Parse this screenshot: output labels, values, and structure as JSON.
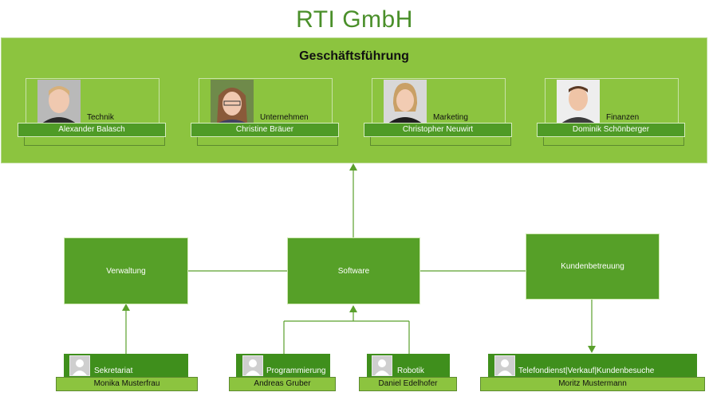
{
  "title": "RTI GmbH",
  "management": {
    "title": "Geschäftsführung",
    "members": [
      {
        "role": "Technik",
        "name": "Alexander Balasch"
      },
      {
        "role": "Unternehmen",
        "name": "Christine Bräuer"
      },
      {
        "role": "Marketing",
        "name": "Christopher Neuwirt"
      },
      {
        "role": "Finanzen",
        "name": "Dominik Schönberger"
      }
    ]
  },
  "departments": {
    "verwaltung": "Verwaltung",
    "software": "Software",
    "kundenbetreuung": "Kundenbetreuung"
  },
  "staff": [
    {
      "role": "Sekretariat",
      "name": "Monika Musterfrau"
    },
    {
      "role": "Programmierung",
      "name": "Andreas Gruber"
    },
    {
      "role": "Robotik",
      "name": "Daniel Edelhofer"
    },
    {
      "role": "Telefondienst|Verkauf|Kundenbesuche",
      "name": "Moritz Mustermann"
    }
  ],
  "colors": {
    "title": "#4a8f2a",
    "panel": "#8cc43f",
    "department": "#56a028",
    "name_bar": "#4f9b26",
    "connector": "#5aa02c"
  },
  "icons": {
    "staff_avatar": "person-silhouette-icon",
    "arrow": "arrowhead-icon"
  }
}
